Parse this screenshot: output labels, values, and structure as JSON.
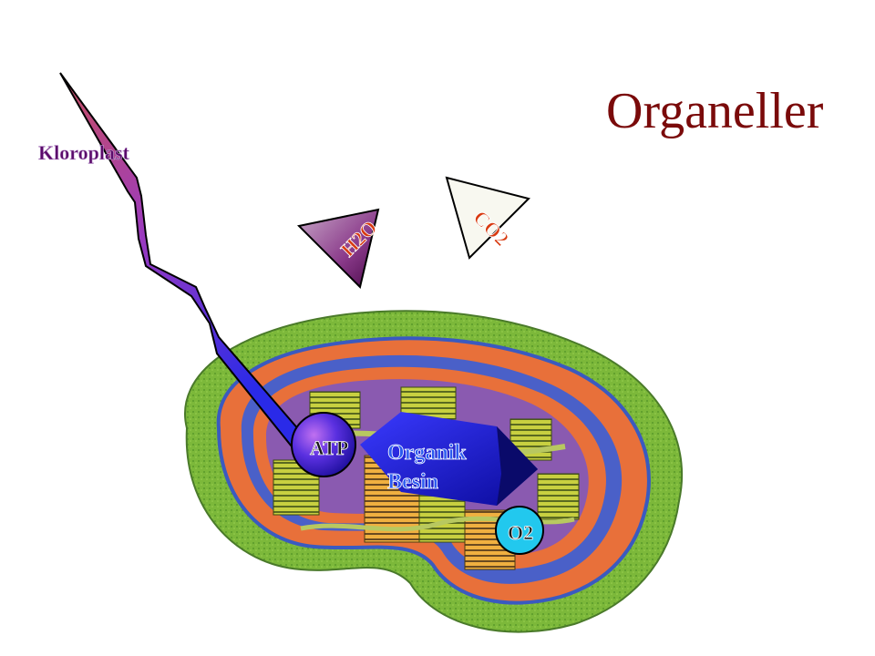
{
  "title": "Organeller",
  "labels": {
    "kloroplast": "Kloroplast",
    "h2o": "H2O",
    "co2": "CO2",
    "atp": "ATP",
    "organik_line1": "Organik",
    "organik_line2": "Besin",
    "o2": "O2"
  },
  "colors": {
    "title": "#7a0a0a",
    "kloroplast_label": "#5a0a6a",
    "molecule_text": "#d83a10",
    "atp_fill": "#3a2ad0",
    "organik_fill": "#1a1ad8",
    "o2_fill": "#22c8ee"
  }
}
